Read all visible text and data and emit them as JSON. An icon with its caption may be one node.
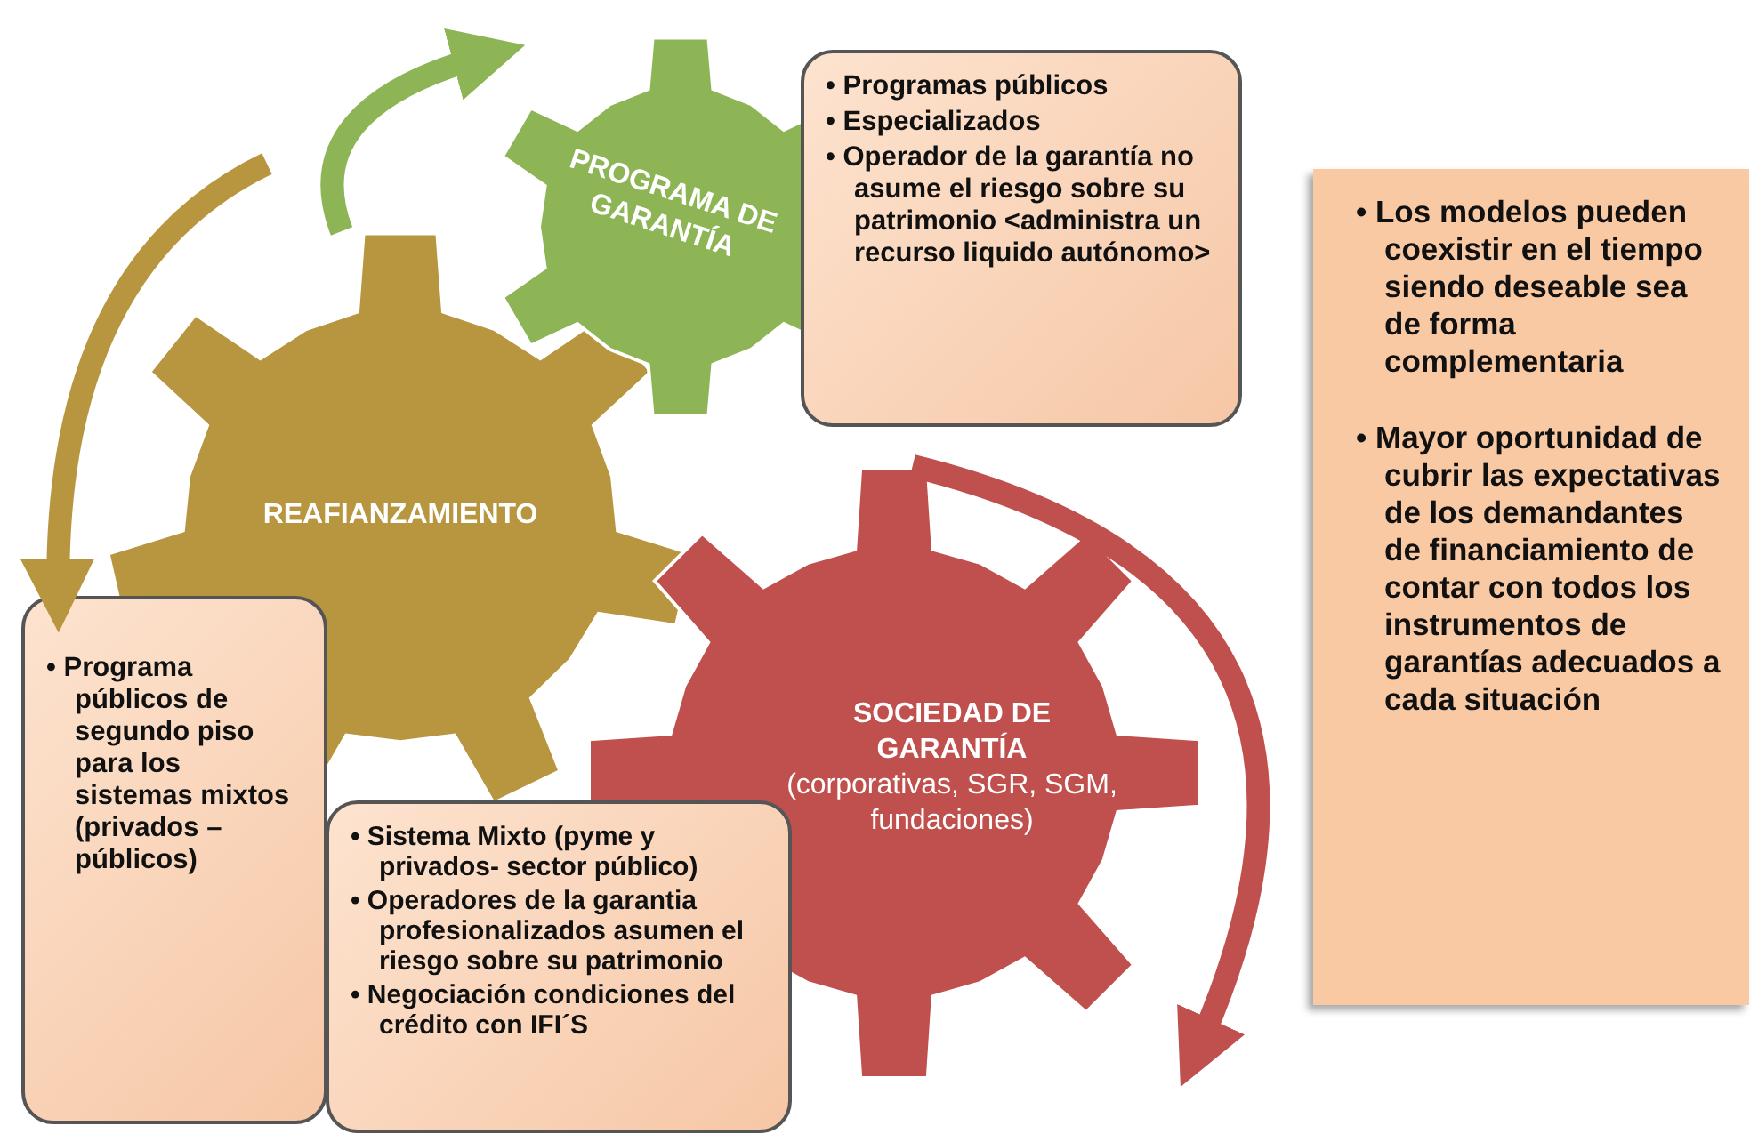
{
  "diagram": {
    "nodes": [
      {
        "text": [
          "PROGRAMA DE GARANTÍA"
        ]
      },
      {
        "text": [
          "REAFIANZAMIENTO"
        ]
      },
      {
        "text": [
          "SOCIEDAD DE GARANTÍA",
          "(corporativas, SGR, SGM, fundaciones)"
        ]
      },
      {
        "text": [
          "• Programas públicos",
          "• Especializados",
          "• Operador de la garantía no asume el riesgo sobre su patrimonio <administra un recurso liquido autónomo>"
        ]
      },
      {
        "text": [
          "• Programa públicos de segundo piso para los sistemas mixtos (privados – públicos)"
        ]
      },
      {
        "text": [
          "• Sistema Mixto (pyme y privados- sector público)",
          "• Operadores de la garantia profesionalizados asumen el riesgo sobre su patrimonio",
          "• Negociación condiciones del crédito con IFI´S"
        ]
      },
      {
        "text": [
          "• Los modelos pueden coexistir en el tiempo siendo deseable sea de forma complementaria",
          "• Mayor oportunidad de cubrir las expectativas de los demandantes de financiamiento de contar con todos los instrumentos de garantías adecuados a cada situación"
        ]
      }
    ],
    "edges": [
      {
        "from": 1,
        "to": 0,
        "arrow": "to",
        "color": "#8db556"
      },
      {
        "from": null,
        "to": 4,
        "arrow": "to",
        "color": "#b8953f"
      },
      {
        "from": 2,
        "to": null,
        "arrow": "to",
        "color": "#c0504d"
      }
    ]
  }
}
